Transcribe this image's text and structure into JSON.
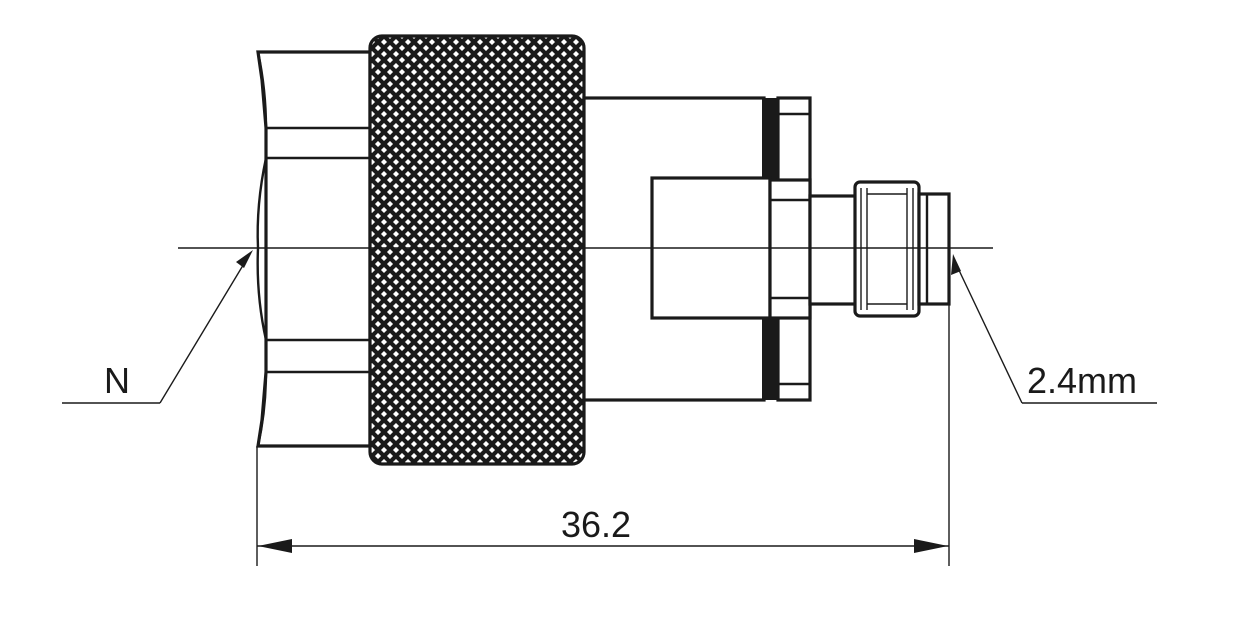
{
  "labels": {
    "left_connector": "N",
    "right_connector": "2.4mm",
    "length": "36.2"
  },
  "colors": {
    "line": "#1a1a1a",
    "background": "#ffffff"
  }
}
